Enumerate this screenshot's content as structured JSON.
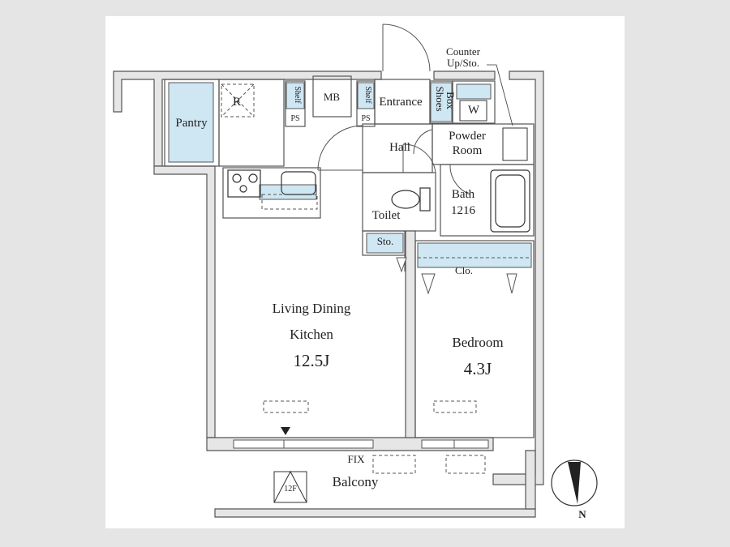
{
  "colors": {
    "background": "#e5e5e5",
    "paper": "#ffffff",
    "wall": "#e6e6e6",
    "outline": "#555555",
    "storage_fill": "#cfe6f3",
    "text": "#222222"
  },
  "rooms": {
    "pantry": "Pantry",
    "refrigerator": "R",
    "shelf_left": "Shelf",
    "ps_left": "PS",
    "mb": "MB",
    "shelf_right": "Shelf",
    "ps_right": "PS",
    "entrance": "Entrance",
    "shoes_box_1": "Shoes",
    "shoes_box_2": "Box",
    "washer": "W",
    "counter_1": "Counter",
    "counter_2": "Up/Sto.",
    "powder_1": "Powder",
    "powder_2": "Room",
    "hall": "Hall",
    "bath_1": "Bath",
    "bath_2": "1216",
    "toilet": "Toilet",
    "storage": "Sto.",
    "closet": "Clo.",
    "ldk_1": "Living Dining",
    "ldk_2": "Kitchen",
    "ldk_size": "12.5J",
    "bedroom": "Bedroom",
    "bedroom_size": "4.3J",
    "fix": "FIX",
    "balcony": "Balcony",
    "floor_badge": "12F",
    "compass_north": "N"
  }
}
